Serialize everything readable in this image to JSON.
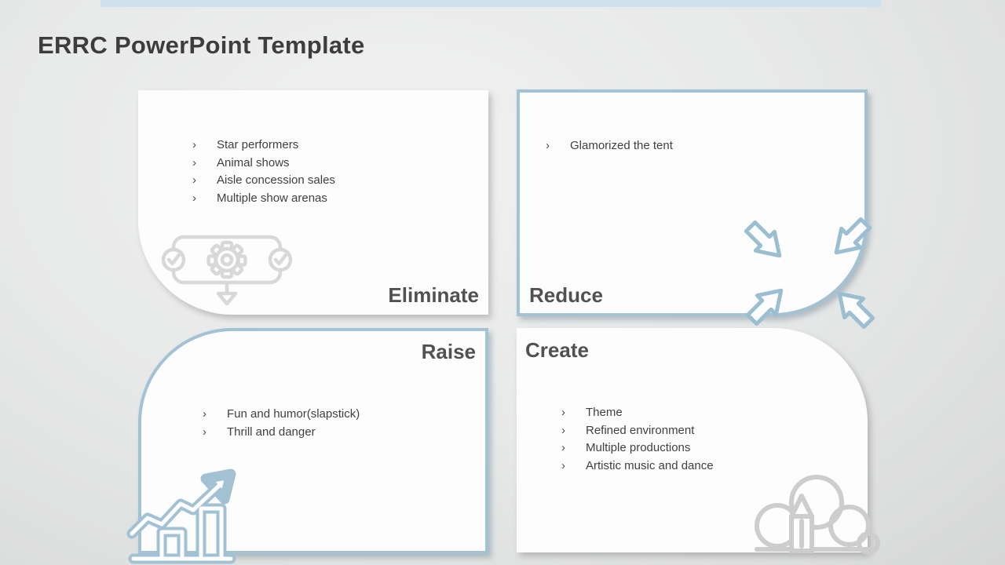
{
  "slide": {
    "title": "ERRC PowerPoint Template",
    "bullet_marker": "›",
    "colors": {
      "accent_blue_border": "#a3c2d3",
      "top_bar_blue": "#cfe2ec",
      "icon_blue": "#9fc0d2",
      "icon_gray": "#d6d6d6",
      "title_gray": "#3d3d3d",
      "text_gray": "#3f3f3f",
      "card_white": "#fdfdfd"
    },
    "quadrants": {
      "eliminate": {
        "title": "Eliminate",
        "icon": "gear-check-process-icon",
        "bullets": [
          "Star performers",
          "Animal shows",
          "Aisle concession sales",
          "Multiple show arenas"
        ]
      },
      "reduce": {
        "title": "Reduce",
        "icon": "compress-arrows-icon",
        "bullets": [
          "Glamorized the tent"
        ]
      },
      "raise": {
        "title": "Raise",
        "icon": "growth-bar-chart-icon",
        "bullets": [
          "Fun and humor(slapstick)",
          "Thrill and danger"
        ]
      },
      "create": {
        "title": "Create",
        "icon": "cloud-pencil-icon",
        "bullets": [
          "Theme",
          "Refined environment",
          "Multiple productions",
          "Artistic music and dance"
        ]
      }
    }
  }
}
